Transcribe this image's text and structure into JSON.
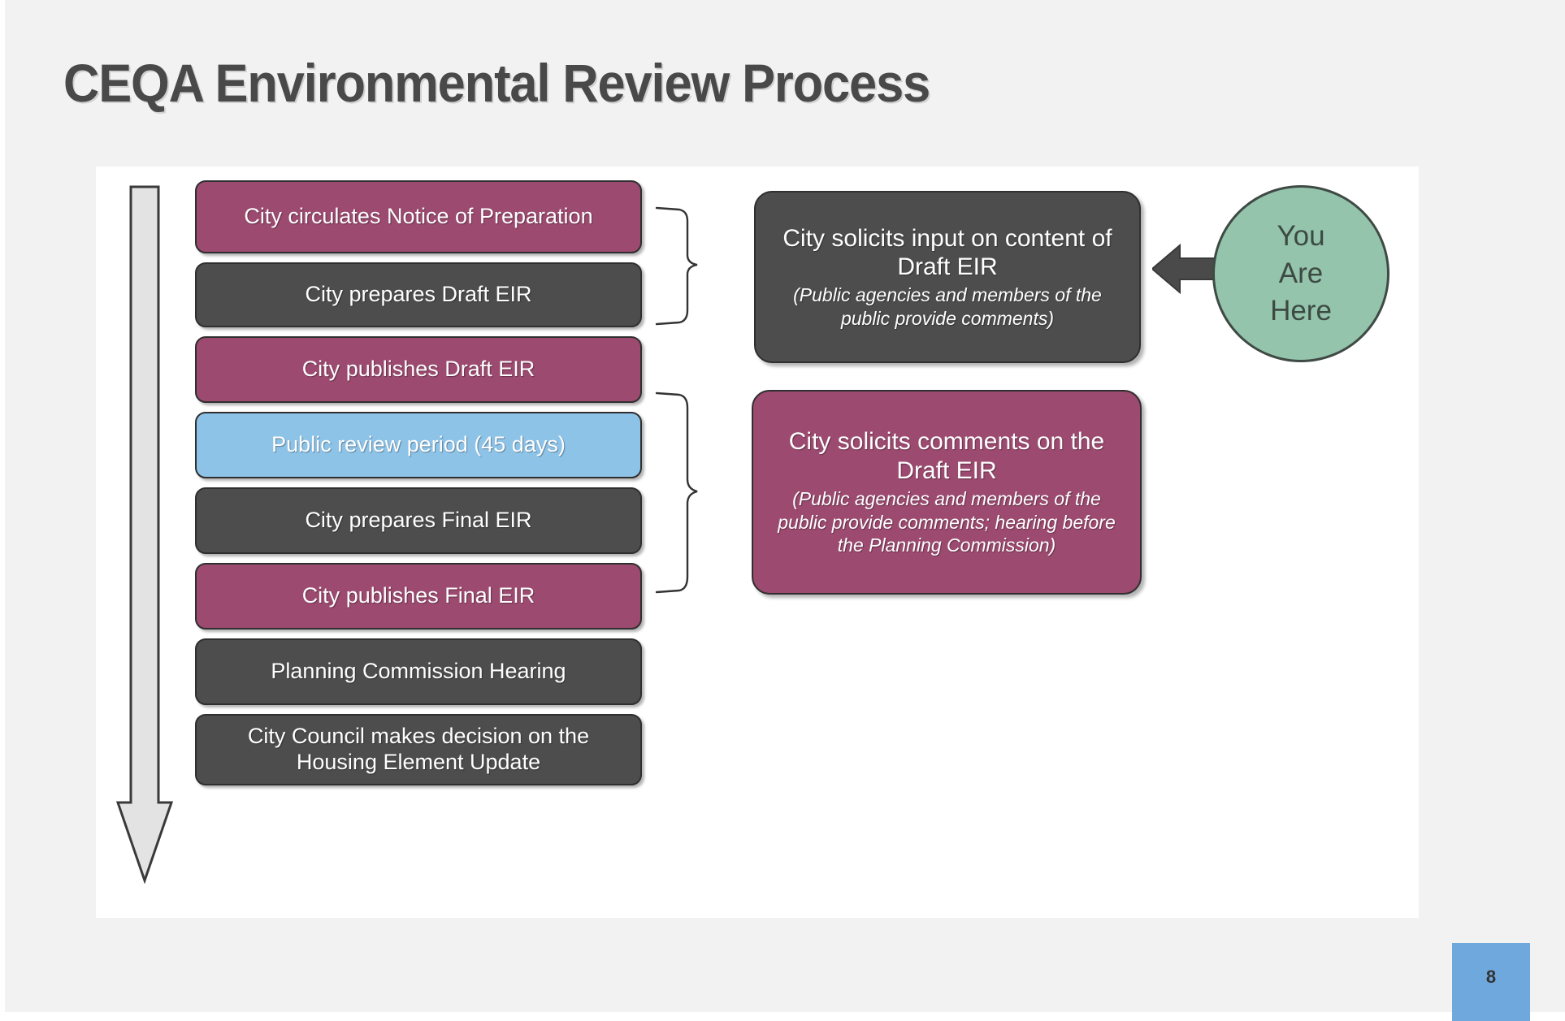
{
  "slide": {
    "title": "CEQA Environmental Review Process",
    "page_number": "8",
    "colors": {
      "background": "#f2f2f2",
      "panel": "#ffffff",
      "plum": "#9c4a70",
      "gray": "#4d4d4d",
      "blue": "#8ec3e8",
      "green": "#94c4ac",
      "outline": "#2f2f2f",
      "title_text": "#494949",
      "page_badge": "#6fa8dc"
    }
  },
  "process_steps": [
    {
      "label": "City circulates Notice of Preparation",
      "color": "plum"
    },
    {
      "label": "City prepares Draft EIR",
      "color": "gray"
    },
    {
      "label": "City publishes Draft EIR",
      "color": "plum"
    },
    {
      "label": "Public review period (45 days)",
      "color": "blue"
    },
    {
      "label": "City prepares Final EIR",
      "color": "gray"
    },
    {
      "label": "City publishes Final EIR",
      "color": "plum"
    },
    {
      "label": "Planning Commission Hearing",
      "color": "gray"
    },
    {
      "label": "City Council makes decision on the Housing Element Update",
      "color": "gray"
    }
  ],
  "callouts": [
    {
      "headline": "City solicits input on content of Draft EIR",
      "sub": "(Public agencies and members of the public provide comments)",
      "color": "gray"
    },
    {
      "headline": "City solicits comments on the Draft EIR",
      "sub": "(Public agencies and members of the public provide comments; hearing before the Planning Commission)",
      "color": "plum"
    }
  ],
  "marker": {
    "line1": "You",
    "line2": "Are",
    "line3": "Here"
  }
}
